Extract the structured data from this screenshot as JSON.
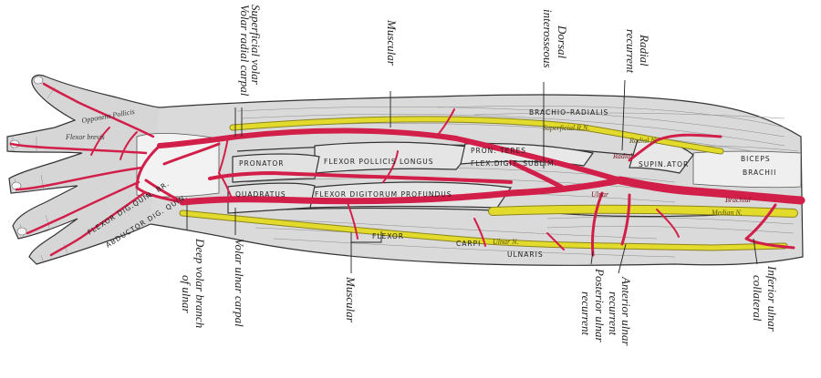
{
  "colors": {
    "artery": "#d21f49",
    "nerve": "#e3db2c",
    "muscle": "#d9d9d9",
    "outline": "#333333"
  },
  "labels": {
    "volar_radial_carpal": "Volar radial carpal",
    "superficial_volar": "Superficial volar",
    "muscular_top": "Muscular",
    "dorsal_interosseous_1": "Dorsal",
    "dorsal_interosseous_2": "interosseous",
    "radial_recurrent_1": "Radial",
    "radial_recurrent_2": "recurrent",
    "deep_volar_1": "Deep volar branch",
    "deep_volar_2": "of ulnar",
    "volar_ulnar_carpal": "Volar ulnar carpal",
    "muscular_bottom": "Muscular",
    "anterior_ulnar_1": "Anterior ulnar",
    "anterior_ulnar_2": "recurrent",
    "posterior_ulnar_1": "Posterior ulnar",
    "posterior_ulnar_2": "recurrent",
    "inferior_ulnar_1": "Inferior ulnar",
    "inferior_ulnar_2": "collateral"
  },
  "muscle_labels": {
    "brachio_radialis": "BRACHIO-RADIALIS",
    "biceps_1": "BICEPS",
    "biceps_2": "BRACHII",
    "pronator_teres": "PRON. TERES",
    "supinator": "SUPIN.ATOR",
    "flexor_pollicis_longus": "FLEXOR  POLLICIS  LONGUS",
    "flex_digit_sublim": "FLEX.DIGIT. SUBLIM.",
    "pronator": "PRONATOR",
    "quadratus": "QUADRATUS",
    "flexor_digitorum_profundus": "FLEXOR  DIGITORUM  PROFUNDUS",
    "flexor_carpi_ulnaris_1": "FLEXOR",
    "flexor_carpi_ulnaris_2": "CARPI",
    "flexor_carpi_ulnaris_3": "ULNARIS",
    "abductor_dig_quin": "ABDUCTOR DIG. QUIN.",
    "flexor_dig_quin": "FLEXOR DIG.QUIN. BR.",
    "opponens_pollicis": "Opponens Pollicis",
    "flexor_brevis": "Flexor brevis"
  },
  "vessel_labels": {
    "brachial": "Brachial",
    "radial": "Radial",
    "ulnar": "Ulnar",
    "median_n": "Median N.",
    "ulnar_n": "Ulnar N.",
    "superficial_radial_n": "Superficial R.N.",
    "radial_n": "Radial N."
  }
}
